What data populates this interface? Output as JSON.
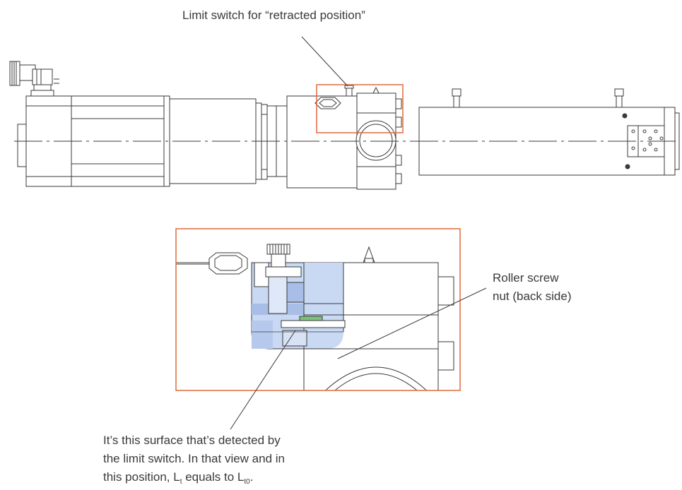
{
  "labels": {
    "top_callout": "Limit switch for “retracted position”",
    "roller_line1": "Roller screw",
    "roller_line2": "nut (back side)",
    "bottom_line1": "It’s this surface that’s detected by",
    "bottom_line2": "the limit switch. In that view and in",
    "bottom_line3_a": "this position, L",
    "bottom_line3_sub1": "t",
    "bottom_line3_b": " equals to L",
    "bottom_line3_sub2": "t0",
    "bottom_line3_c": "."
  },
  "colors": {
    "line": "#3a3a3a",
    "highlight_frame": "#e06a3a",
    "section_fill": "#c9d9f3",
    "section_dark": "#a9bee6",
    "sensor_fill": "#7bc47a"
  }
}
